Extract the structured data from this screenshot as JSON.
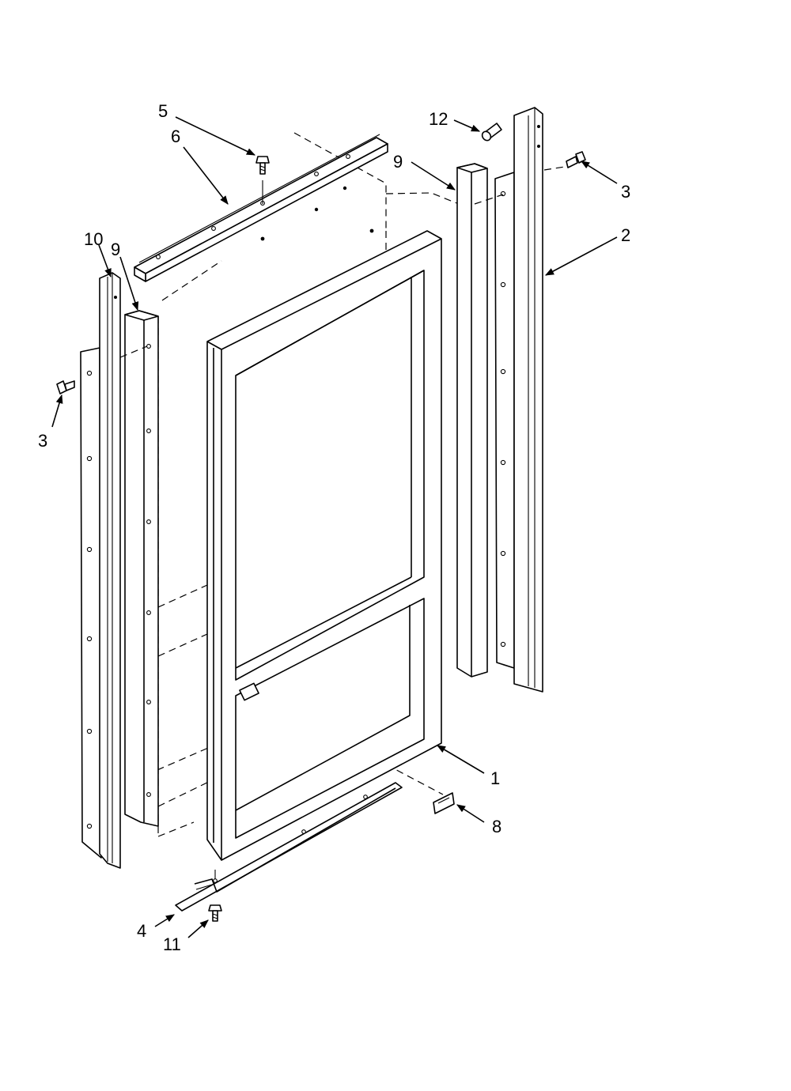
{
  "callouts": {
    "c1": "1",
    "c2": "2",
    "c3_left": "3",
    "c3_right": "3",
    "c4": "4",
    "c5": "5",
    "c6": "6",
    "c8": "8",
    "c9_left": "9",
    "c9_right": "9",
    "c10": "10",
    "c11": "11",
    "c12": "12"
  }
}
